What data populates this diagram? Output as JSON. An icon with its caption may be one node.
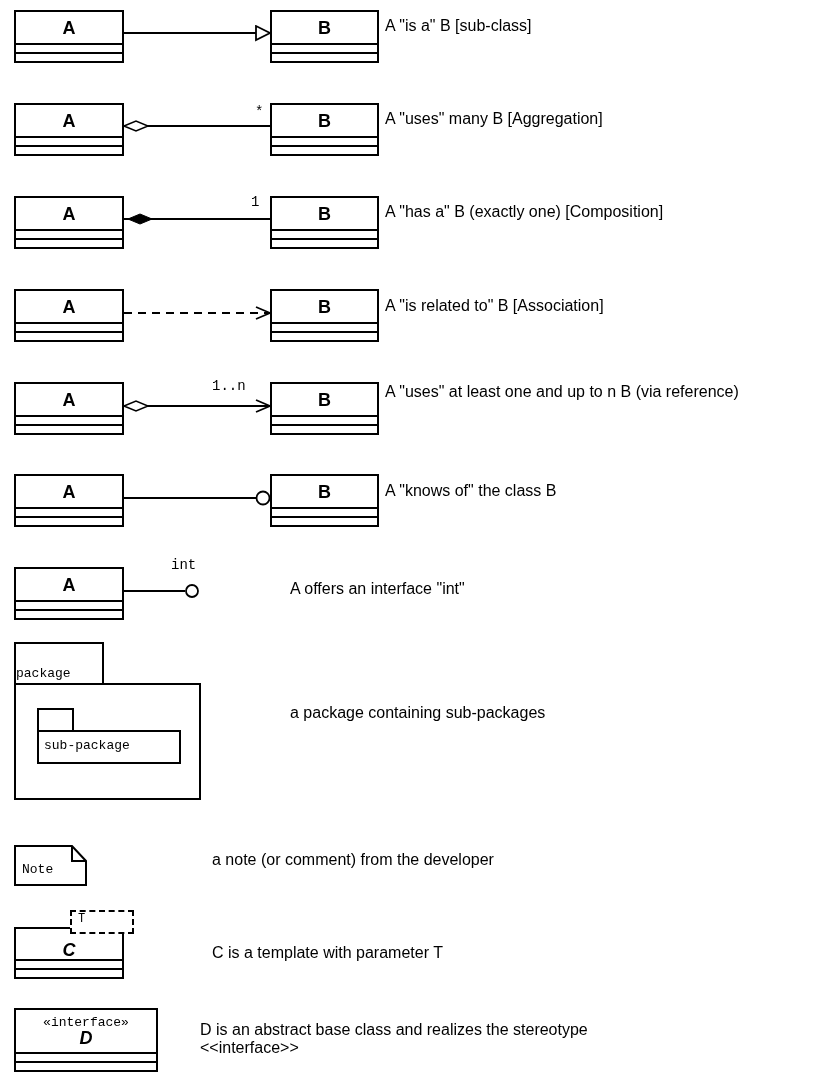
{
  "diagram": {
    "nodes": [
      {
        "text": [
          "A"
        ]
      },
      {
        "text": [
          "B"
        ]
      },
      {
        "text": [
          "A"
        ]
      },
      {
        "text": [
          "B"
        ]
      },
      {
        "text": [
          "A"
        ]
      },
      {
        "text": [
          "B"
        ]
      },
      {
        "text": [
          "A"
        ]
      },
      {
        "text": [
          "B"
        ]
      },
      {
        "text": [
          "A"
        ]
      },
      {
        "text": [
          "B"
        ]
      },
      {
        "text": [
          "A"
        ]
      },
      {
        "text": [
          "B"
        ]
      },
      {
        "text": [
          "A"
        ]
      },
      {
        "text": [],
        "shape": "circle",
        "beside": [
          "int"
        ]
      },
      {
        "text": [
          "package"
        ]
      },
      {
        "text": [
          "sub-package"
        ],
        "in": 14
      },
      {
        "text": [
          "Note"
        ]
      },
      {
        "text": [
          "C"
        ]
      },
      {
        "text": [
          "T"
        ]
      },
      {
        "text": [
          "«interface»",
          "D"
        ]
      }
    ],
    "edges": [
      {
        "from": 0,
        "to": 1,
        "arrow": "to"
      },
      {
        "from": 2,
        "to": 3,
        "arrow": "other",
        "label": "*"
      },
      {
        "from": 4,
        "to": 5,
        "arrow": "other",
        "label": "1"
      },
      {
        "from": 6,
        "to": 7,
        "arrow": "to",
        "style": "dashed"
      },
      {
        "from": 8,
        "to": 9,
        "arrow": "to",
        "label": "1..n"
      },
      {
        "from": 10,
        "to": 11,
        "arrow": "other"
      },
      {
        "from": 12,
        "to": 13,
        "arrow": "none"
      }
    ],
    "labels": [
      "A \"is a\" B [sub-class]",
      "A \"uses\" many B [Aggregation]",
      "A \"has a\" B (exactly one) [Composition]",
      "A \"is related to\" B [Association]",
      "A \"uses\" at least one and up to n B (via reference)",
      "A \"knows of\" the class B",
      "A offers an interface \"int\"",
      "a package containing sub-packages",
      "a note (or comment) from the developer",
      "C is a template with parameter T",
      "D is an abstract base class and realizes the stereotype <<interface>>"
    ]
  }
}
